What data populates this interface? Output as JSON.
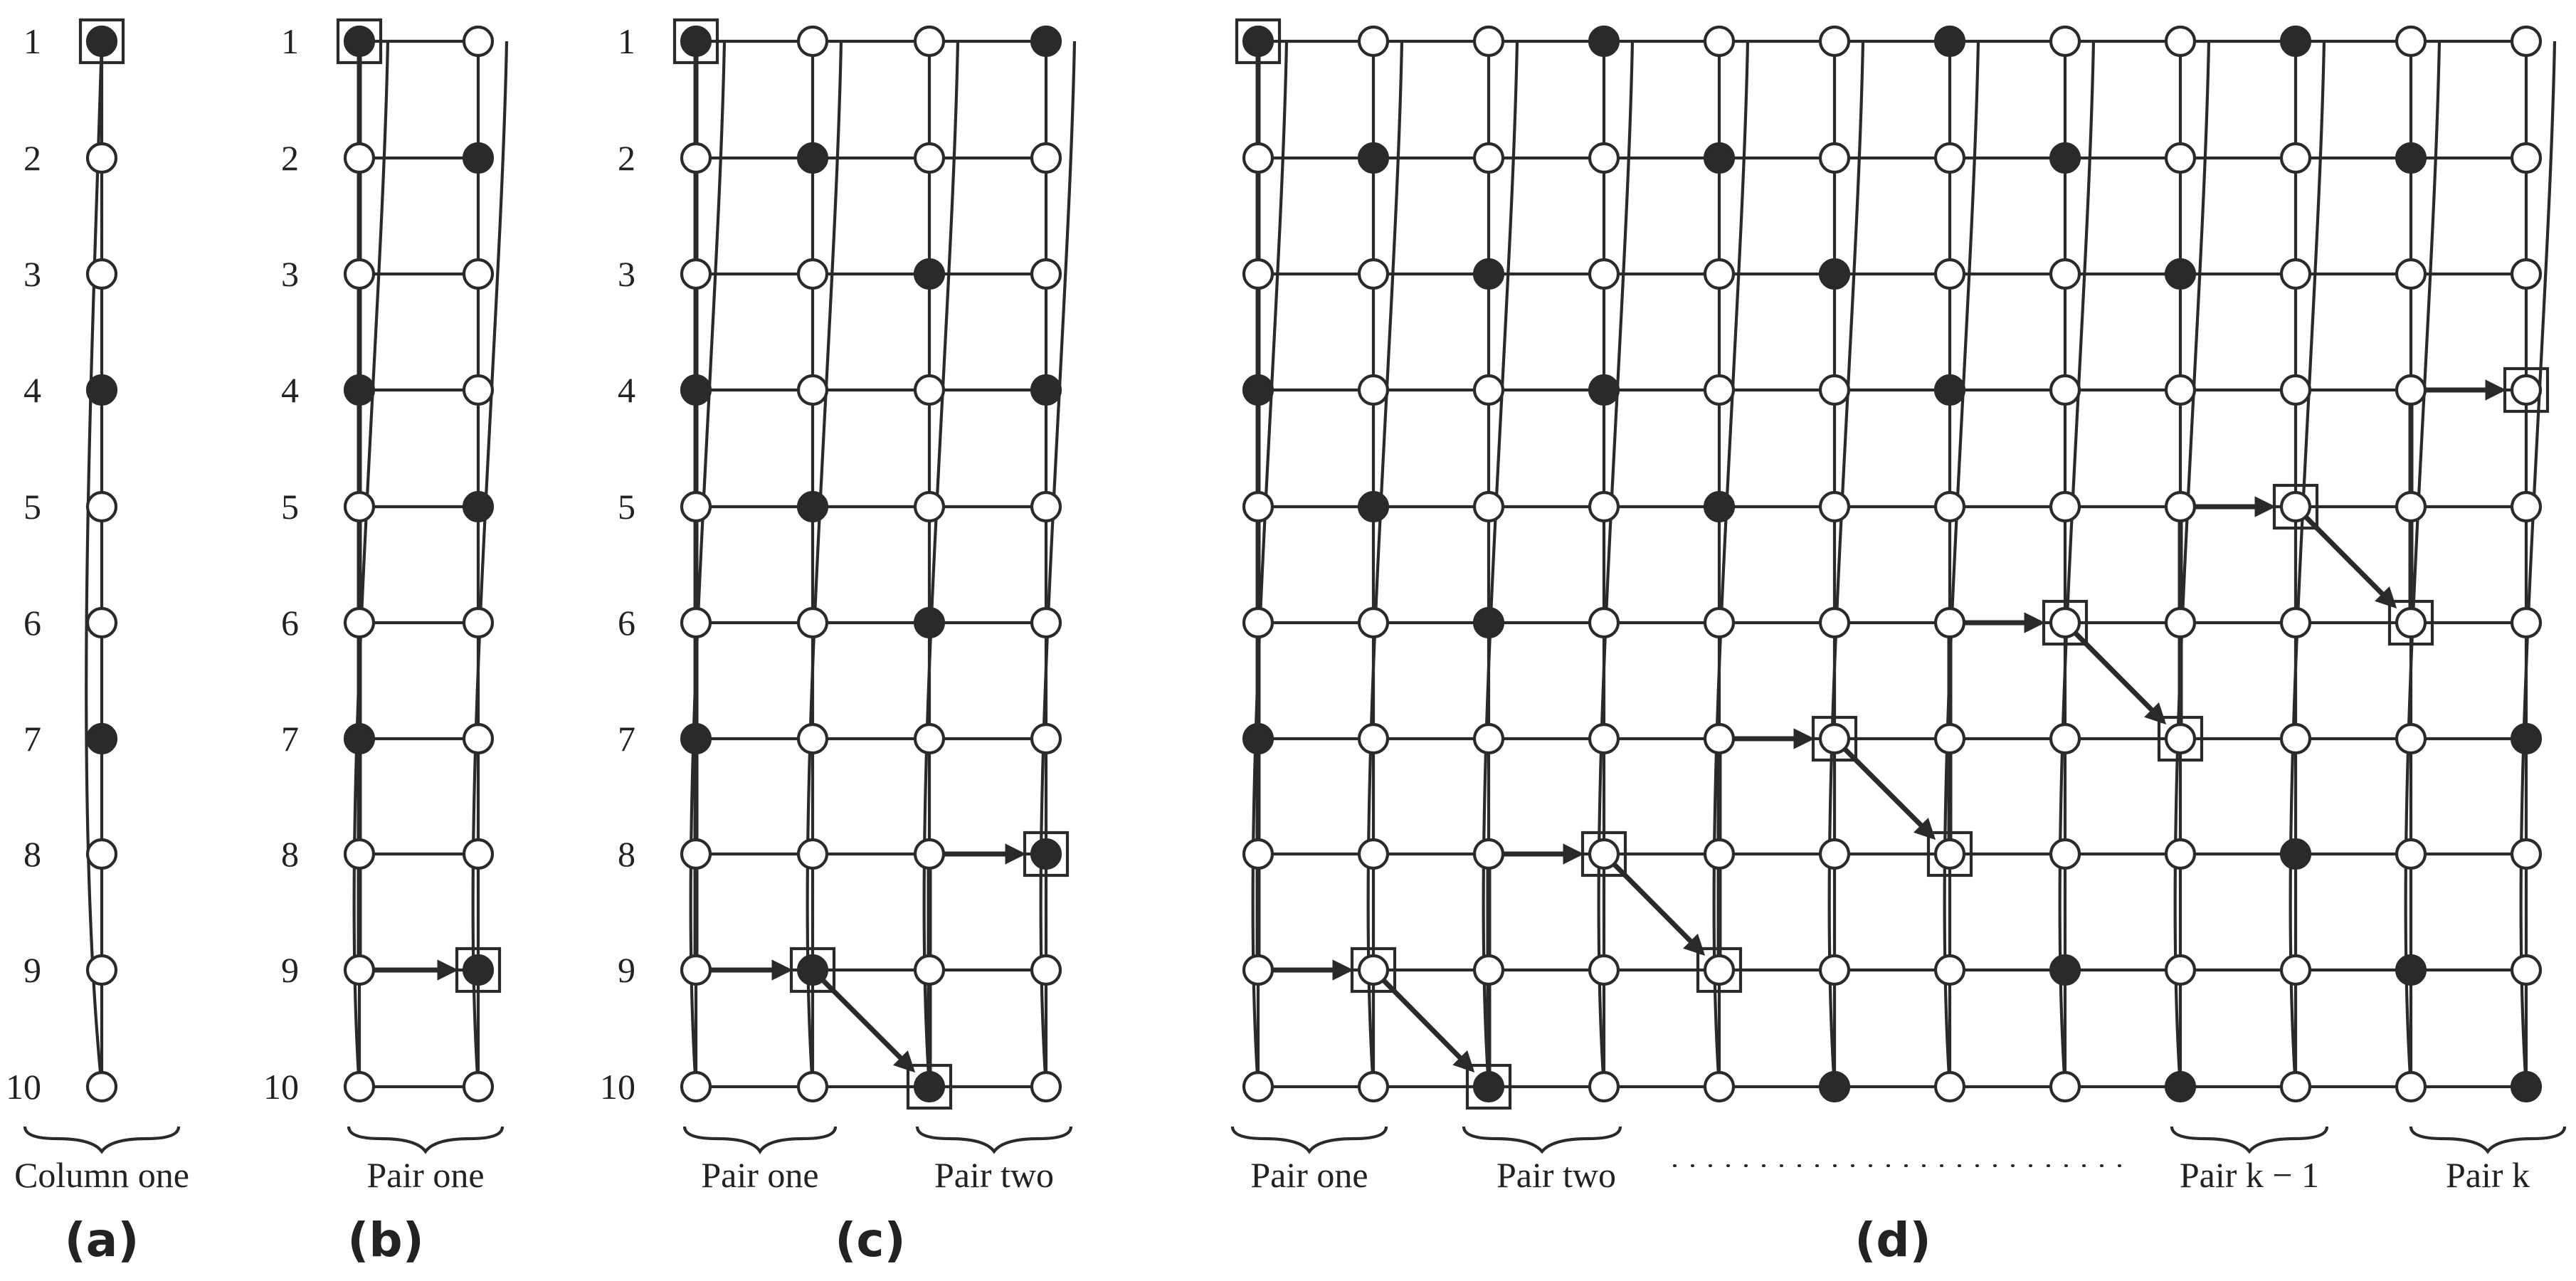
{
  "row_labels": [
    "1",
    "2",
    "3",
    "4",
    "5",
    "6",
    "7",
    "8",
    "9",
    "10"
  ],
  "panel_labels": [
    "(a)",
    "(b)",
    "(c)",
    "(d)"
  ],
  "group_labels": {
    "a": [
      "Column one"
    ],
    "b": [
      "Pair one"
    ],
    "c": [
      "Pair one",
      "Pair two"
    ],
    "d": [
      "Pair one",
      "Pair two",
      "Pair k − 1",
      "Pair k"
    ]
  },
  "panels": [
    {
      "id": "a",
      "columns": 1,
      "black": [
        [
          1
        ],
        [],
        [],
        [
          1
        ],
        [],
        [],
        [
          1
        ],
        [],
        [],
        []
      ],
      "selected": [
        [
          1,
          1
        ]
      ],
      "path": []
    },
    {
      "id": "b",
      "columns": 2,
      "black": [
        [
          1
        ],
        [
          2
        ],
        [],
        [
          1
        ],
        [
          2
        ],
        [],
        [
          1
        ],
        [],
        [
          2
        ],
        []
      ],
      "selected": [
        [
          1,
          1
        ],
        [
          9,
          2
        ]
      ],
      "path": [
        [
          1,
          1
        ],
        [
          9,
          1
        ],
        [
          9,
          2
        ]
      ]
    },
    {
      "id": "c",
      "columns": 4,
      "black": [
        [
          1,
          4
        ],
        [
          2
        ],
        [
          3
        ],
        [
          1,
          4
        ],
        [
          2
        ],
        [
          3
        ],
        [
          1
        ],
        [
          4
        ],
        [
          2
        ],
        [
          3
        ]
      ],
      "selected": [
        [
          1,
          1
        ],
        [
          9,
          2
        ],
        [
          10,
          3
        ],
        [
          8,
          4
        ]
      ],
      "path": [
        [
          1,
          1
        ],
        [
          9,
          1
        ],
        [
          9,
          2
        ],
        [
          10,
          3
        ],
        [
          8,
          3
        ],
        [
          8,
          4
        ]
      ]
    },
    {
      "id": "d",
      "columns": 12,
      "black": [
        [
          1,
          4,
          7,
          10
        ],
        [
          2,
          5,
          8,
          11
        ],
        [
          3,
          6,
          9
        ],
        [
          1,
          4,
          7
        ],
        [
          2,
          5
        ],
        [
          3
        ],
        [
          1,
          12
        ],
        [
          10
        ],
        [
          8,
          11
        ],
        [
          3,
          6,
          9,
          12
        ]
      ],
      "selected": [
        [
          1,
          1
        ],
        [
          9,
          2
        ],
        [
          10,
          3
        ],
        [
          8,
          4
        ],
        [
          9,
          5
        ],
        [
          7,
          6
        ],
        [
          8,
          7
        ],
        [
          6,
          8
        ],
        [
          7,
          9
        ],
        [
          5,
          10
        ],
        [
          6,
          11
        ],
        [
          4,
          12
        ]
      ],
      "path": [
        [
          1,
          1
        ],
        [
          9,
          1
        ],
        [
          9,
          2
        ],
        [
          10,
          3
        ],
        [
          8,
          3
        ],
        [
          8,
          4
        ],
        [
          9,
          5
        ],
        [
          7,
          5
        ],
        [
          7,
          6
        ],
        [
          8,
          7
        ],
        [
          6,
          7
        ],
        [
          6,
          8
        ],
        [
          7,
          9
        ],
        [
          5,
          9
        ],
        [
          5,
          10
        ],
        [
          6,
          11
        ],
        [
          4,
          11
        ],
        [
          4,
          12
        ]
      ]
    }
  ]
}
